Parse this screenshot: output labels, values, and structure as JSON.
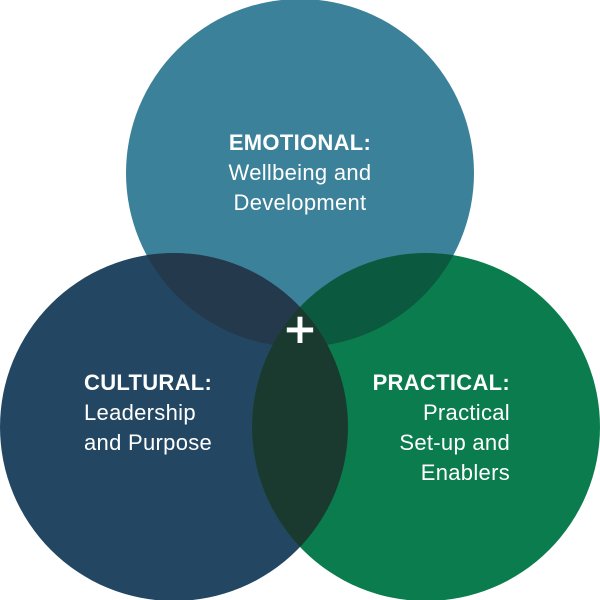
{
  "colors": {
    "emotional": "#3b8199",
    "cultural": "#234762",
    "practical": "#0a7c4d",
    "emotional_cultural": "#25394c",
    "emotional_practical": "#0b5a40",
    "cultural_practical": "#1b3a2f",
    "center": "#1b3a2f",
    "text": "#ffffff"
  },
  "center_symbol": "+",
  "circles": [
    {
      "id": "emotional",
      "title": "EMOTIONAL:",
      "lines": [
        "Wellbeing and",
        "Development"
      ]
    },
    {
      "id": "cultural",
      "title": "CULTURAL:",
      "lines": [
        "Leadership",
        "and Purpose"
      ]
    },
    {
      "id": "practical",
      "title": "PRACTICAL:",
      "lines": [
        "Practical",
        "Set-up and",
        "Enablers"
      ]
    }
  ]
}
